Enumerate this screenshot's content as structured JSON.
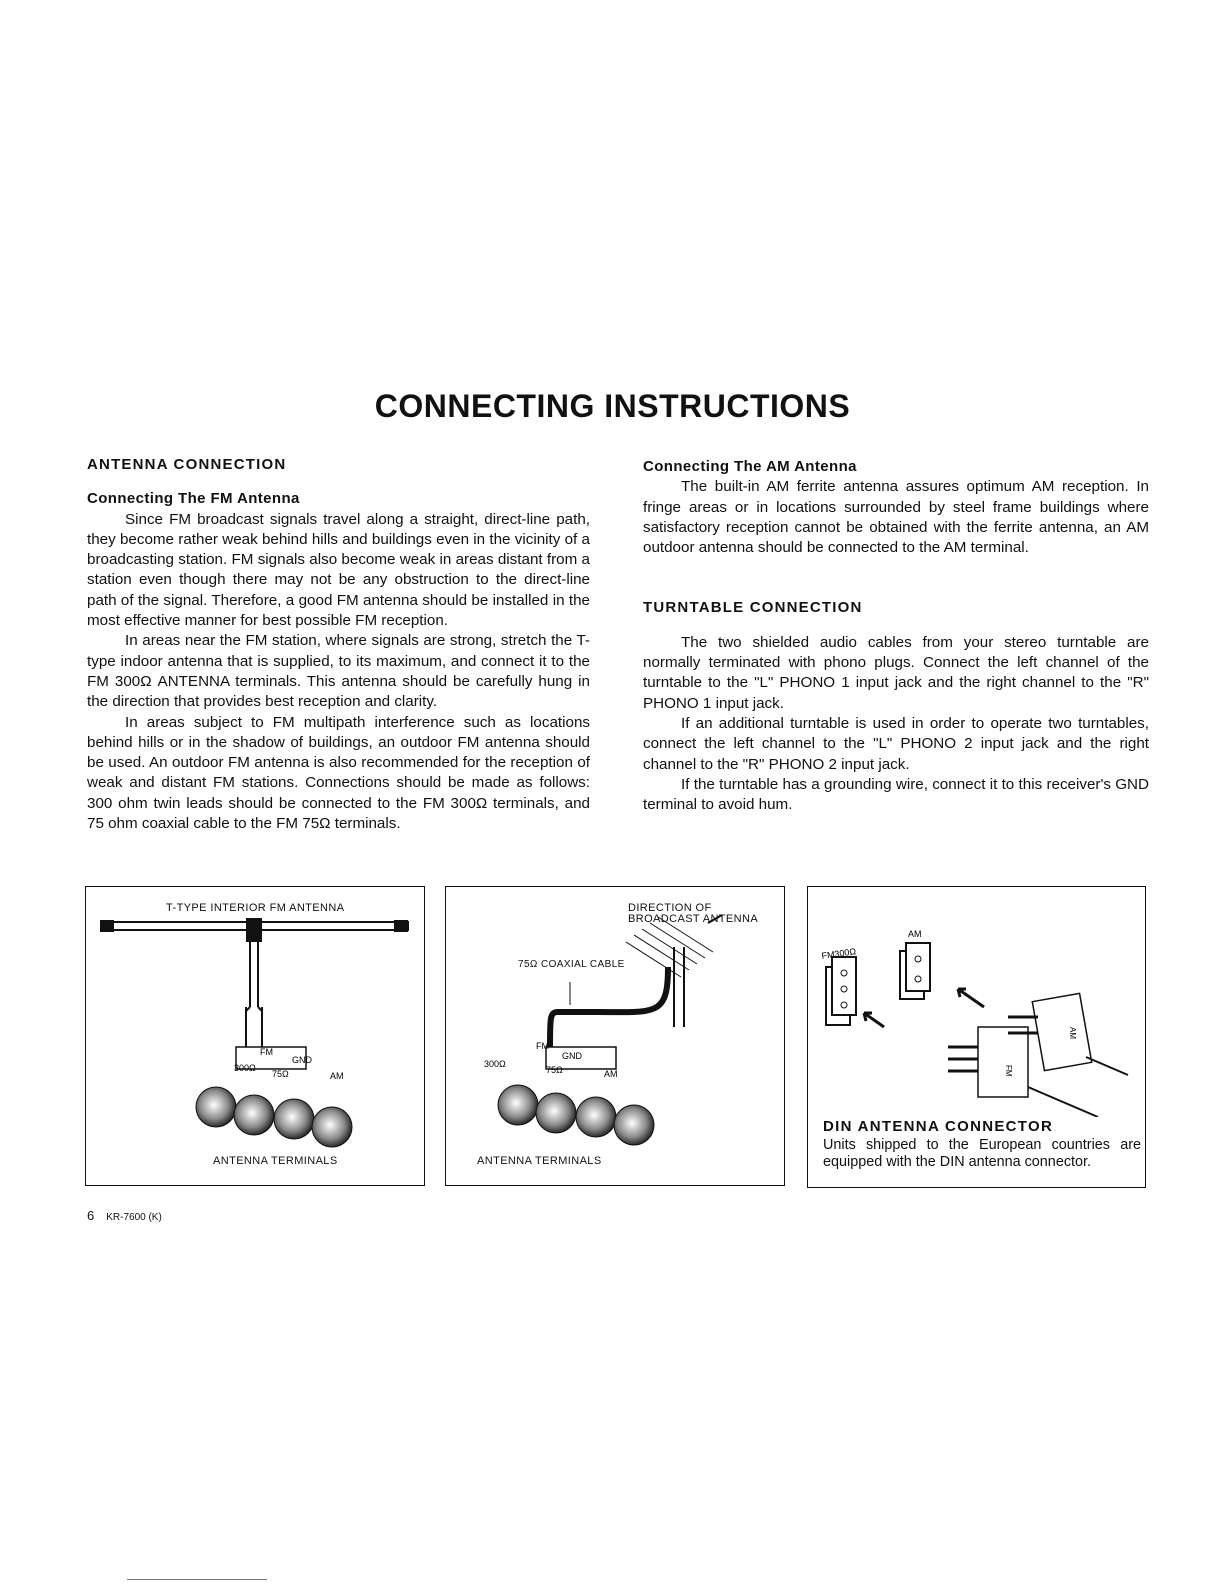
{
  "page": {
    "title": "CONNECTING INSTRUCTIONS"
  },
  "left_column": {
    "section_title": "ANTENNA CONNECTION",
    "fm_heading": "Connecting The FM Antenna",
    "paragraphs": [
      "Since FM broadcast signals travel along a straight, direct-line path, they become rather weak behind hills and buildings even in the vicinity of a broadcasting station. FM signals also become weak in areas distant from a station even though there may not be any obstruction to the direct-line path of the signal. Therefore, a good FM antenna should be installed in the most effective manner for best possible FM reception.",
      "In areas near the FM station, where signals are strong, stretch the T-type indoor antenna that is supplied, to its maximum, and connect it to the FM 300Ω ANTENNA terminals. This antenna should be carefully hung in the direction that provides best reception and clarity.",
      "In areas subject to FM multipath interference such as locations behind hills or in the shadow of buildings, an outdoor FM antenna should be used. An outdoor FM antenna is also recommended for the reception of weak and distant FM stations. Connections should be made as follows: 300 ohm twin leads should be connected to the FM 300Ω terminals, and 75 ohm coaxial cable to the FM 75Ω terminals."
    ]
  },
  "right_column": {
    "am_heading": "Connecting The AM Antenna",
    "am_paragraph": "The built-in AM ferrite antenna assures optimum AM reception. In fringe areas or in locations surrounded by steel frame buildings where satisfactory reception cannot be obtained with the ferrite antenna, an AM outdoor antenna should be connected to the AM terminal.",
    "turntable_title": "TURNTABLE CONNECTION",
    "turntable_paragraphs": [
      "The two shielded audio cables from your stereo turntable are normally terminated with phono plugs. Connect the left channel of the turntable to the \"L\" PHONO 1 input jack and the right channel to the \"R\" PHONO 1 input jack.",
      "If an additional turntable is used in order to operate two turntables, connect the left channel to the \"L\" PHONO 2 input jack and the right channel to the \"R\" PHONO 2 input jack.",
      "If the turntable has a grounding wire, connect it to this receiver's GND terminal to avoid hum."
    ]
  },
  "figure1": {
    "top_label": "T-TYPE INTERIOR FM ANTENNA",
    "fm": "FM",
    "gnd": "GND",
    "ohm300": "300Ω",
    "ohm75": "75Ω",
    "am": "AM",
    "caption": "ANTENNA TERMINALS"
  },
  "figure2": {
    "direction_line1": "DIRECTION OF",
    "direction_line2": "BROADCAST ANTENNA",
    "coax_label": "75Ω COAXIAL CABLE",
    "fm": "FM",
    "gnd": "GND",
    "ohm300": "300Ω",
    "ohm75": "75Ω",
    "am": "AM",
    "caption": "ANTENNA TERMINALS"
  },
  "figure3": {
    "fm_label": "FM300Ω",
    "am_label": "AM",
    "plug_fm": "FM",
    "plug_am": "AM",
    "title": "DIN ANTENNA CONNECTOR",
    "text": "Units shipped to the European countries are equipped with the DIN antenna connector."
  },
  "footer": {
    "page_number": "6",
    "model": "KR-7600 (K)"
  }
}
